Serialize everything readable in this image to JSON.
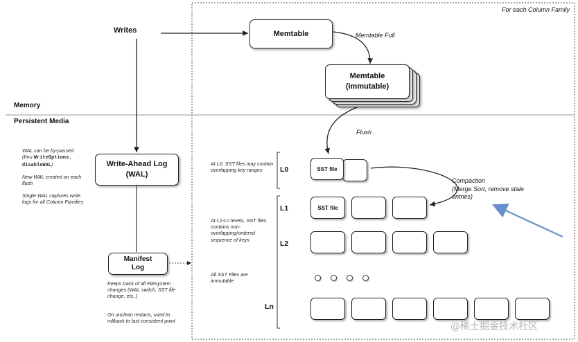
{
  "frame": {
    "column_family_label": "For each Column Family"
  },
  "sections": {
    "memory": "Memory",
    "persistent": "Persistent Media"
  },
  "writes": "Writes",
  "memtable": "Memtable",
  "memtable_full": "Memtable Full",
  "immutable": {
    "line1": "Memtable",
    "line2": "(immutable)"
  },
  "flush": "Flush",
  "wal": {
    "line1": "Write-Ahead Log",
    "line2": "(WAL)"
  },
  "wal_notes": {
    "bypass_a": "WAL can be by-passed",
    "bypass_b": "(thru ",
    "bypass_code1": "WriteOptions.",
    "bypass_code2": "disableWAL",
    "bypass_end": ")",
    "new_wal": "New WAL created on each flush",
    "single_wal": "Single WAL captures write logs for all Column Families"
  },
  "manifest": {
    "line1": "Manifest",
    "line2": "Log"
  },
  "manifest_notes": {
    "tracks": "Keeps track of all Filesystem changes (WAL switch, SST file change, etc..)",
    "restart": "On unclean restarts, used to rollback to last consistent point"
  },
  "level_notes": {
    "l0": "At L0, SST files may contain overlapping key ranges",
    "l1ln": "At L1-Ln levels, SST files contains non-overlapping/ordered sequence of keys",
    "immutable": "All SST Files are immutable"
  },
  "levels": {
    "l0": "L0",
    "l1": "L1",
    "l2": "L2",
    "ln": "Ln"
  },
  "sst_file": "SST file",
  "compaction": {
    "line1": "Compaction",
    "line2": "(Merge Sort, remove stale",
    "line3": "entries)"
  },
  "watermark": "@稀土掘金技术社区",
  "colors": {
    "accent_arrow": "#6b8fcb",
    "line": "#222222"
  }
}
